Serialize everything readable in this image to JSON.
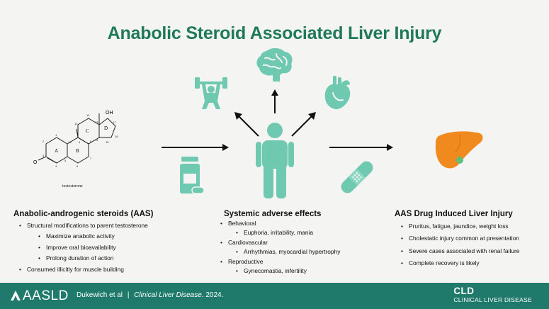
{
  "title": "Anabolic Steroid Associated Liver Injury",
  "molecule": {
    "caption": "testosterone",
    "oh": "OH",
    "rings": [
      "A",
      "B",
      "C",
      "D"
    ],
    "positions": [
      "1",
      "2",
      "3",
      "4",
      "5",
      "6",
      "7",
      "8",
      "9",
      "10",
      "11",
      "12",
      "13",
      "14",
      "15",
      "16",
      "17"
    ],
    "o": "O"
  },
  "left": {
    "heading": "Anabolic-androgenic steroids (AAS)",
    "items": [
      {
        "text": "Structural modifications to parent testosterone",
        "level": 1
      },
      {
        "text": "Maximize anabolic activity",
        "level": 2
      },
      {
        "text": "Improve oral bioavailability",
        "level": 2
      },
      {
        "text": "Prolong duration of action",
        "level": 2
      },
      {
        "text": "Consumed illicitly for muscle building",
        "level": 1
      }
    ]
  },
  "middle": {
    "heading": "Systemic adverse effects",
    "items": [
      {
        "text": "Behavioral",
        "level": 1
      },
      {
        "text": "Euphoria, irritability, mania",
        "level": 2
      },
      {
        "text": "Cardiovascular",
        "level": 1
      },
      {
        "text": "Arrhythmias, myocardial hypertrophy",
        "level": 2
      },
      {
        "text": "Reproductive",
        "level": 1
      },
      {
        "text": "Gynecomastia, infertility",
        "level": 2
      }
    ]
  },
  "right": {
    "heading": "AAS Drug Induced Liver Injury",
    "items": [
      {
        "text": "Pruritus, fatigue, jaundice, weight loss",
        "level": 1
      },
      {
        "text": "Cholestatic injury common at presentation",
        "level": 1
      },
      {
        "text": "Severe cases associated with renal failure",
        "level": 1
      },
      {
        "text": "Complete recovery is likely",
        "level": 1
      }
    ]
  },
  "footer": {
    "logo": "AASLD",
    "authors": "Dukewich et al",
    "separator": "|",
    "journal": "Clinical Liver Disease",
    "year": ". 2024.",
    "brand_big": "CLD",
    "brand_small": "CLINICAL LIVER DISEASE"
  },
  "colors": {
    "title": "#1f7a57",
    "icon": "#6ec9b0",
    "liver": "#f08a1e",
    "footer": "#1f7a6c"
  },
  "icons": [
    "weightlifter-icon",
    "brain-icon",
    "heart-icon",
    "pill-bottle-icon",
    "bandage-icon",
    "person-icon",
    "liver-icon"
  ]
}
